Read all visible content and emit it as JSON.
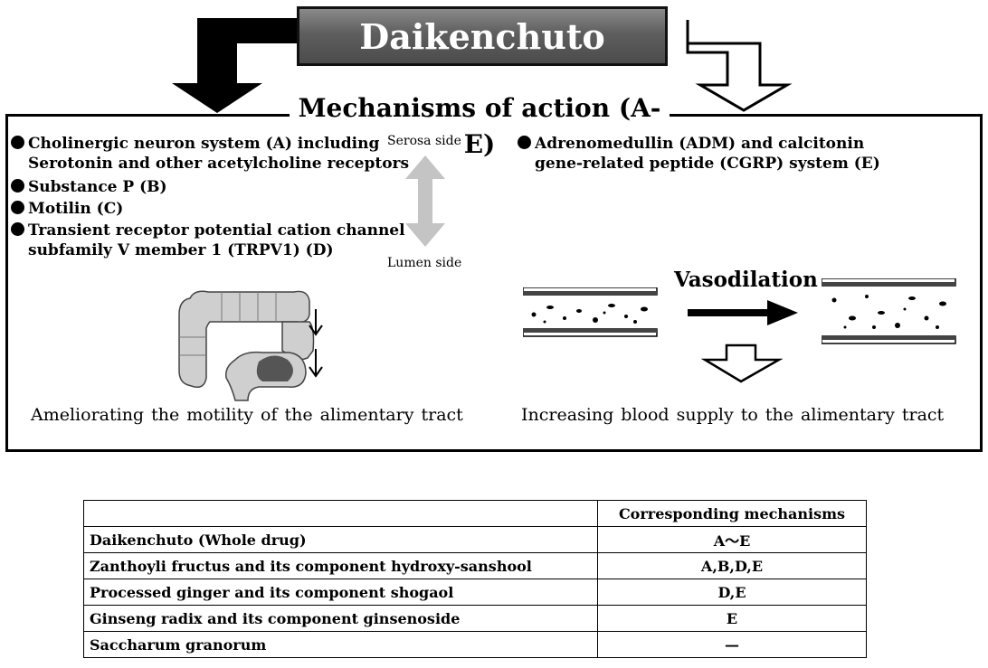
{
  "title": "Daikenchuto",
  "mechanisms_heading": "Mechanisms of action (A-E)",
  "left_bullets": [
    {
      "lines": [
        "Cholinergic neuron system (A) including",
        "Serotonin and other acetylcholine receptors"
      ]
    },
    {
      "lines": [
        "Substance P (B)"
      ]
    },
    {
      "lines": [
        "Motilin (C)"
      ]
    },
    {
      "lines": [
        "Transient receptor potential cation channel",
        "subfamily V member 1 (TRPV1) (D)"
      ]
    }
  ],
  "right_bullets": [
    {
      "lines": [
        "Adrenomedullin (ADM) and calcitonin",
        "gene-related peptide (CGRP) system (E)"
      ]
    }
  ],
  "serosa_label": "Serosa side",
  "lumen_label": "Lumen side",
  "vasodilation_label": "Vasodilation",
  "left_caption": "Ameliorating the motility of the alimentary tract",
  "right_caption": "Increasing blood supply to the alimentary tract",
  "colors": {
    "banner": "#5e5e5e",
    "gut": "#c8c8c8",
    "gut_dark": "#555555",
    "double_arrow": "#c4c4c4"
  },
  "table": {
    "header": [
      "",
      "Corresponding mechanisms"
    ],
    "rows": [
      {
        "name": "Daikenchuto (Whole drug)",
        "value": "A〜E"
      },
      {
        "name": "Zanthoyli fructus and its component hydroxy-sanshool",
        "value": "A,B,D,E"
      },
      {
        "name": "Processed ginger and its component shogaol",
        "value": "D,E"
      },
      {
        "name": "Ginseng radix and its component ginsenoside",
        "value": "E"
      },
      {
        "name": "Saccharum granorum",
        "value": "—"
      }
    ]
  }
}
